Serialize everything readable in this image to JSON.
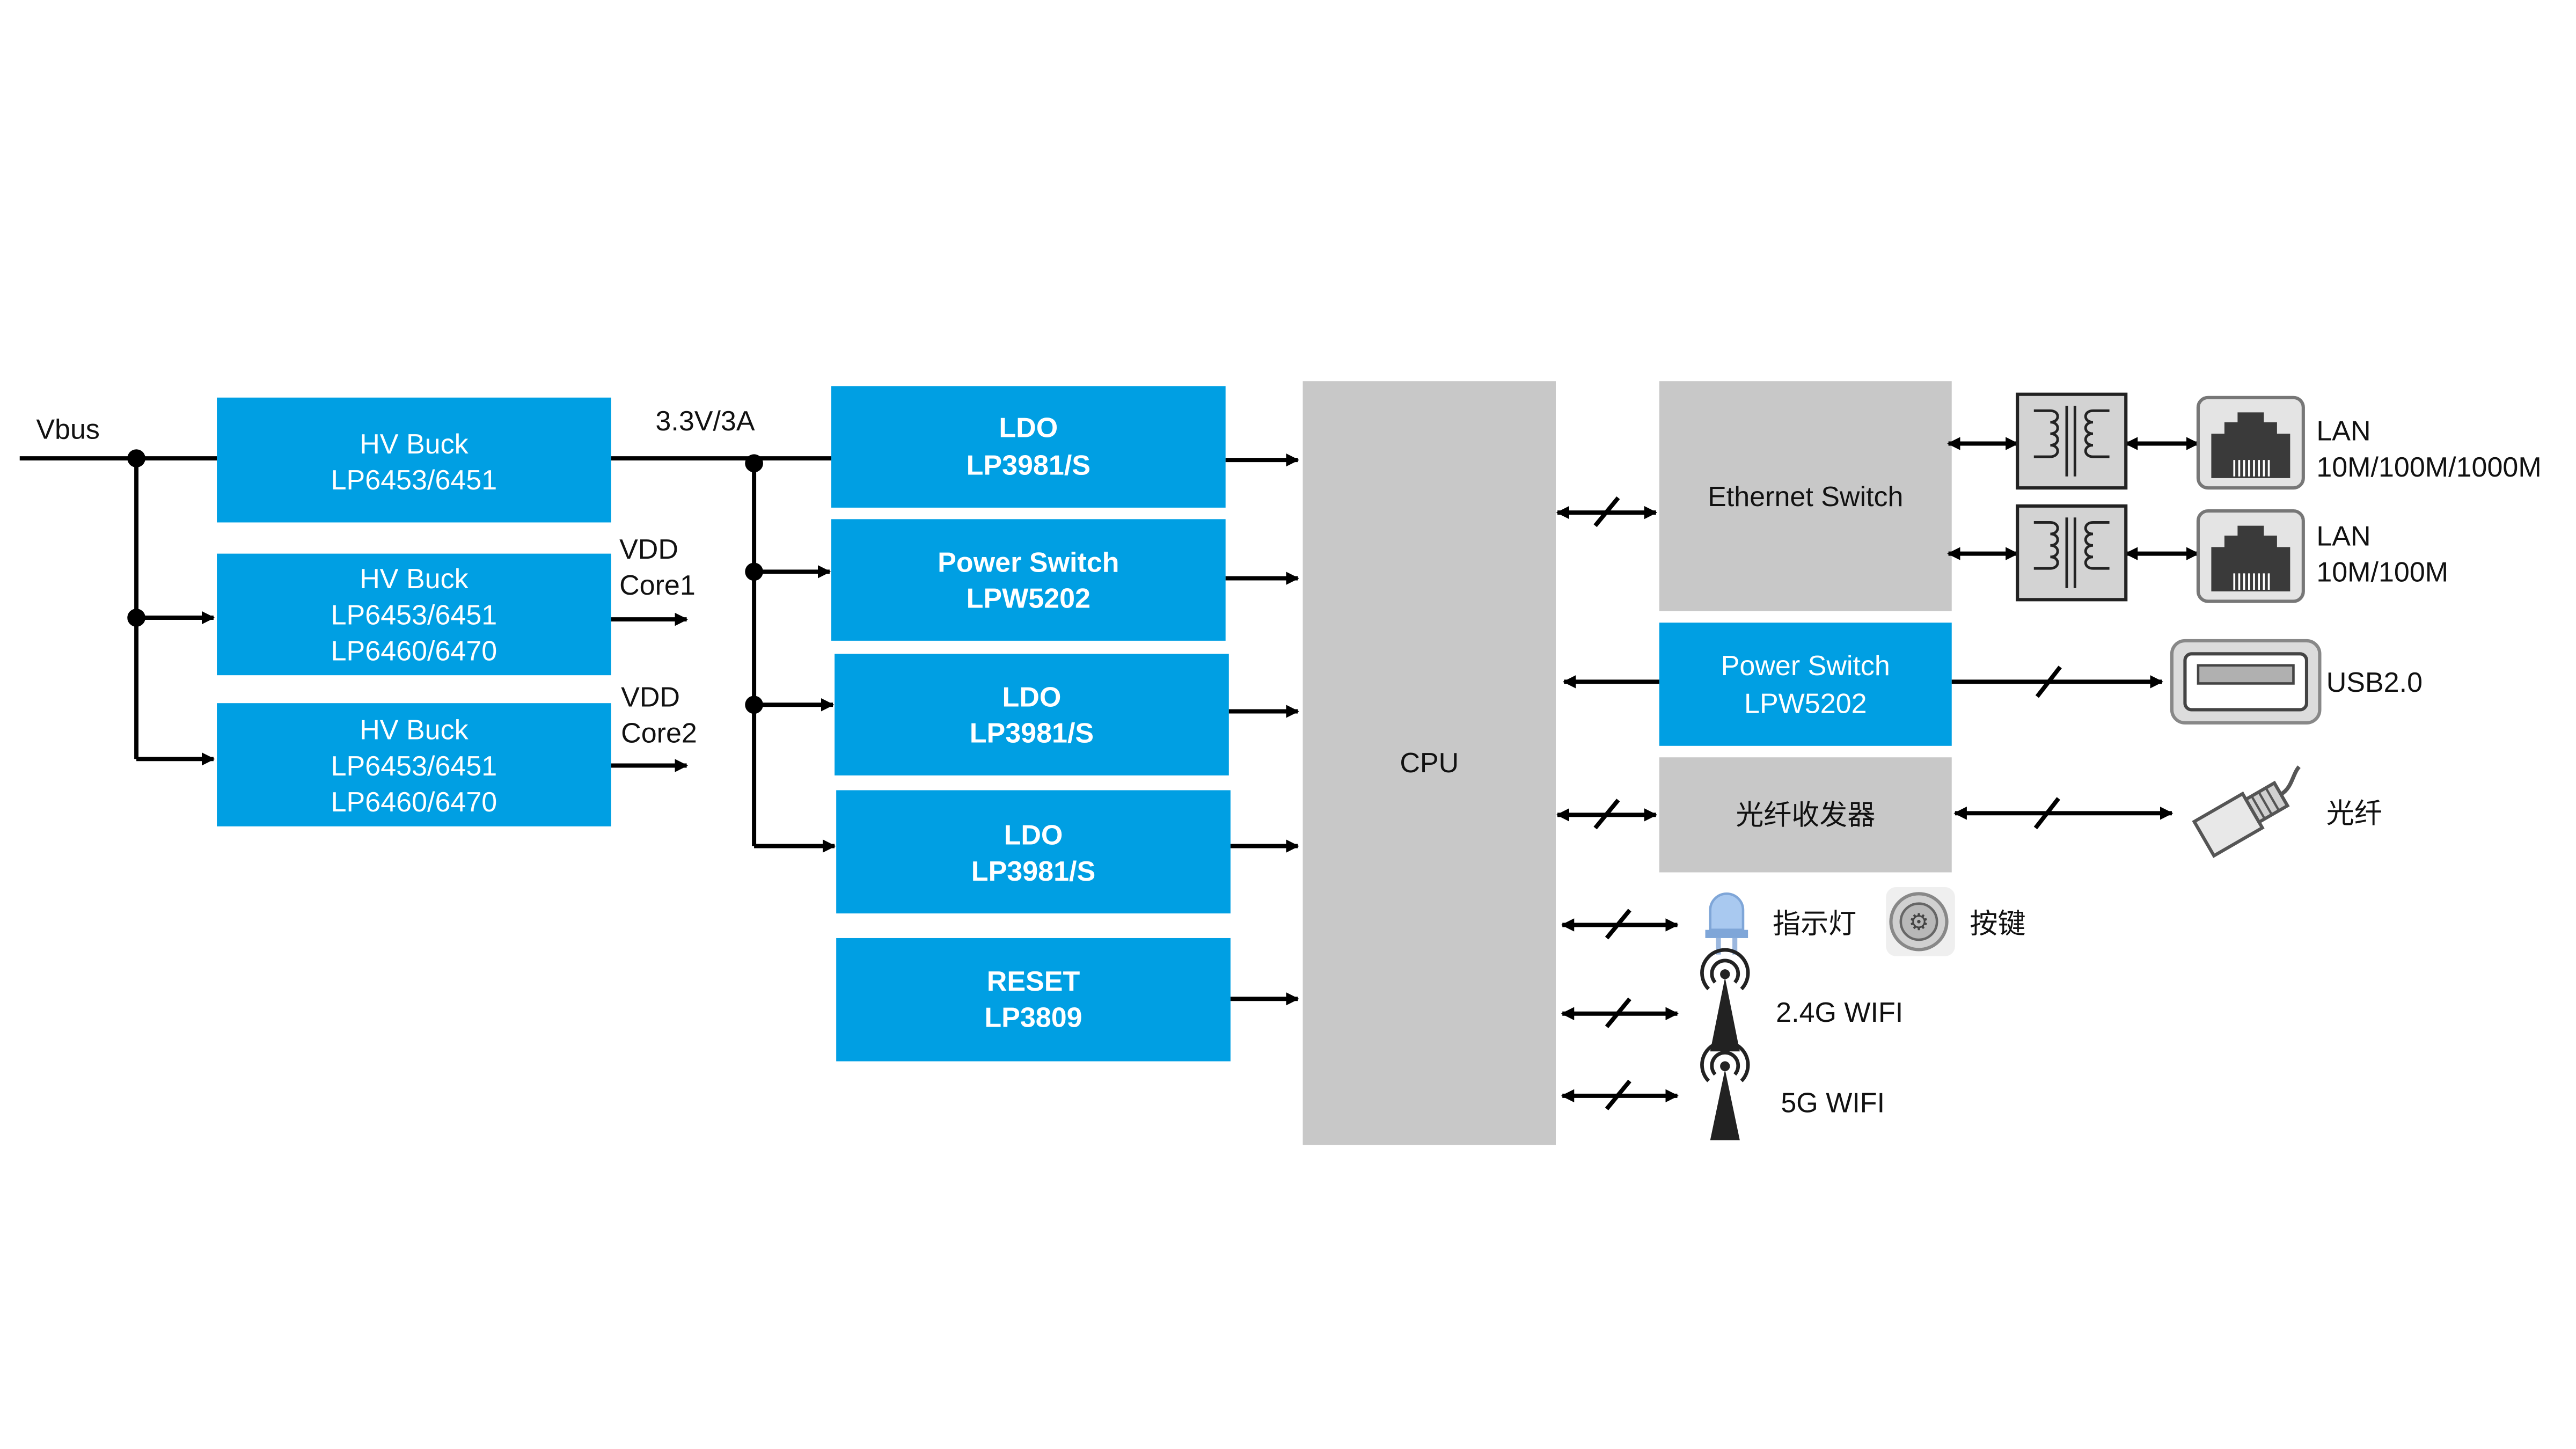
{
  "colors": {
    "blue": "#009fe3",
    "gray": "#c8c8c8",
    "line": "#000000"
  },
  "labels": {
    "vbus": "Vbus",
    "rail": "3.3V/3A",
    "vdd1_a": "VDD",
    "vdd1_b": "Core1",
    "vdd2_a": "VDD",
    "vdd2_b": "Core2"
  },
  "bucks": [
    {
      "title": "HV Buck",
      "line1": "LP6453/6451",
      "line2": ""
    },
    {
      "title": "HV Buck",
      "line1": "LP6453/6451",
      "line2": "LP6460/6470"
    },
    {
      "title": "HV Buck",
      "line1": "LP6453/6451",
      "line2": "LP6460/6470"
    }
  ],
  "regulators": [
    {
      "title": "LDO",
      "part": "LP3981/S"
    },
    {
      "title": "Power Switch",
      "part": "LPW5202"
    },
    {
      "title": "LDO",
      "part": "LP3981/S"
    },
    {
      "title": "LDO",
      "part": "LP3981/S"
    },
    {
      "title": "RESET",
      "part": "LP3809"
    }
  ],
  "cpu": {
    "label": "CPU"
  },
  "ethernet": {
    "label": "Ethernet Switch"
  },
  "usb_switch": {
    "title": "Power Switch",
    "part": "LPW5202"
  },
  "fiber_transceiver": {
    "label": "光纤收发器"
  },
  "ports": {
    "lan1_a": "LAN",
    "lan1_b": "10M/100M/1000M",
    "lan2_a": "LAN",
    "lan2_b": "10M/100M",
    "usb": "USB2.0",
    "fiber": "光纤"
  },
  "peripherals": {
    "led": "指示灯",
    "button": "按键",
    "wifi24": "2.4G WIFI",
    "wifi5": "5G WIFI"
  },
  "icons": [
    "transformer-icon",
    "rj45-jack-icon",
    "usb-port-icon",
    "fiber-connector-icon",
    "led-icon",
    "push-button-icon",
    "antenna-icon"
  ]
}
